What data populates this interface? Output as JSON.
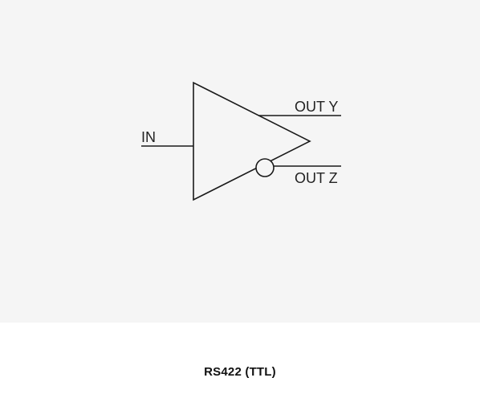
{
  "diagram": {
    "input_label": "IN",
    "output_y_label": "OUT Y",
    "output_z_label": "OUT Z",
    "line_color": "#1a1a1a",
    "panel_color": "#f5f5f5"
  },
  "caption": {
    "text": "RS422 (TTL)"
  }
}
